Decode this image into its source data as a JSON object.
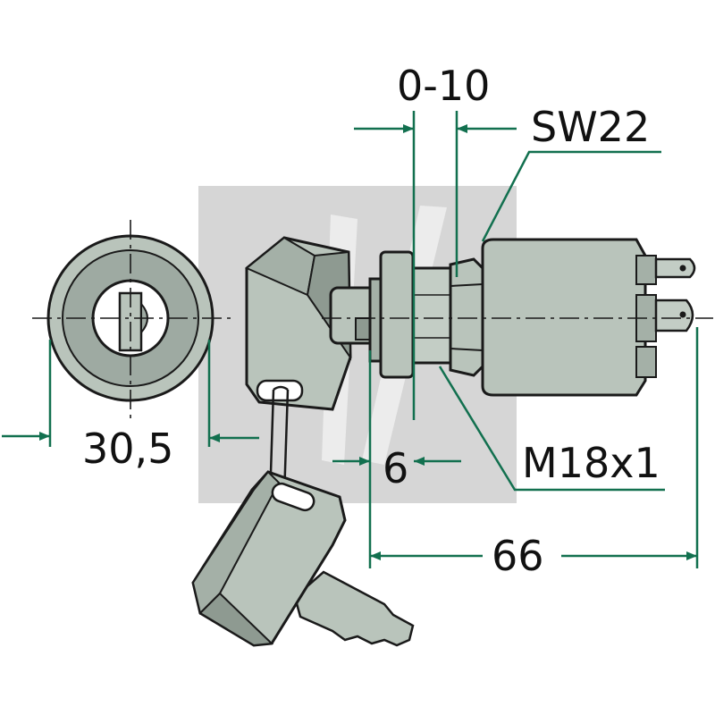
{
  "dimensions": {
    "gap_range": "0-10",
    "wrench_size": "SW22",
    "front_diameter": "30,5",
    "nut_thickness": "6",
    "thread": "M18x1",
    "total_length": "66"
  },
  "colors": {
    "dimension_line": "#12704f",
    "part_fill": "#b9c4bb",
    "part_shadow": "#8e9a91",
    "outline": "#1a1a1a",
    "watermark": "#d6d6d6"
  }
}
